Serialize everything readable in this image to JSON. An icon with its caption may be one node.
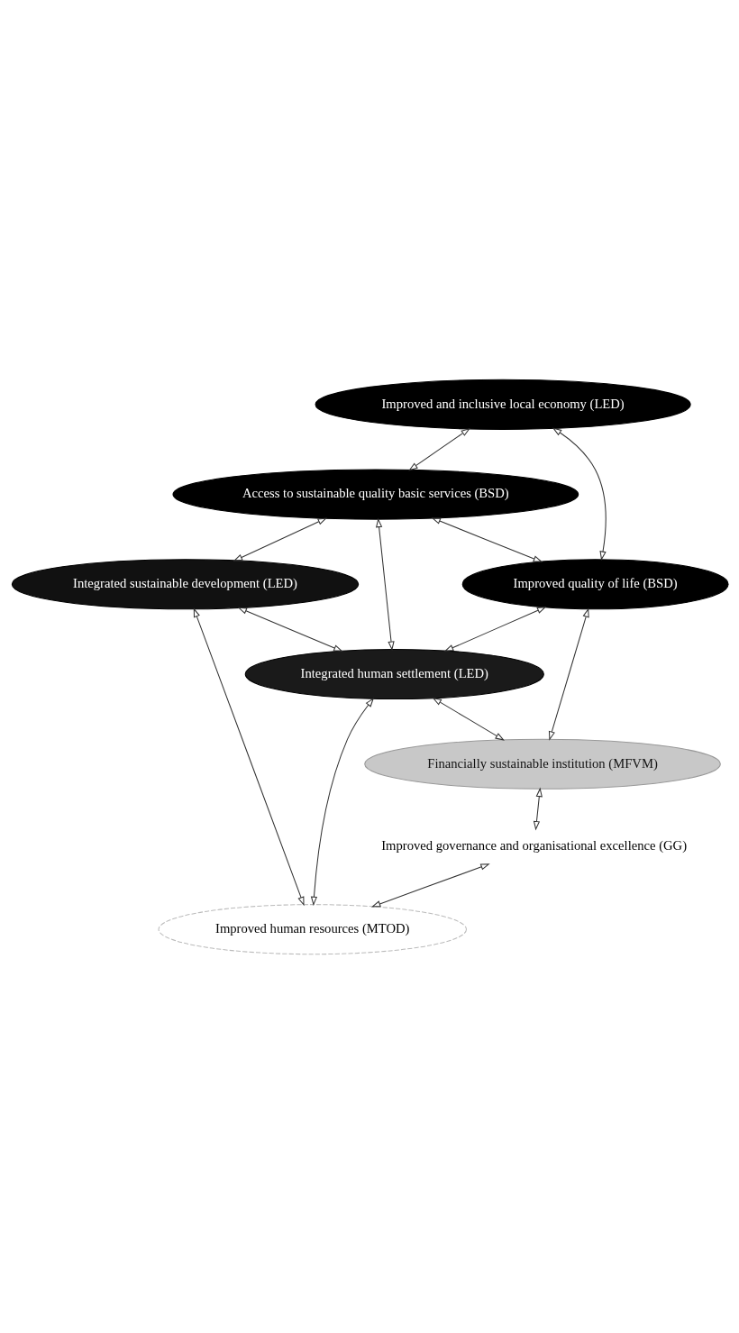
{
  "diagram": {
    "nodes": [
      {
        "text": [
          "Improved and inclusive local economy (LED)"
        ]
      },
      {
        "text": [
          "Access to sustainable quality basic services (BSD)"
        ]
      },
      {
        "text": [
          "Integrated sustainable development (LED)"
        ]
      },
      {
        "text": [
          "Improved quality of life (BSD)"
        ]
      },
      {
        "text": [
          "Integrated human settlement (LED)"
        ]
      },
      {
        "text": [
          "Improved human resources (MTOD)"
        ]
      },
      {
        "text": [
          "Financially sustainable institution (MFVM)"
        ]
      },
      {
        "text": [
          "Improved governance and organisational excellence (GG)"
        ]
      }
    ],
    "edges": [
      {
        "from": 3,
        "to": 0,
        "arrow": "both"
      },
      {
        "from": 0,
        "to": 1,
        "arrow": "both"
      },
      {
        "from": 1,
        "to": 2,
        "arrow": "both"
      },
      {
        "from": 1,
        "to": 3,
        "arrow": "both"
      },
      {
        "from": 1,
        "to": 4,
        "arrow": "both"
      },
      {
        "from": 2,
        "to": 4,
        "arrow": "both"
      },
      {
        "from": 2,
        "to": 5,
        "arrow": "both"
      },
      {
        "from": 3,
        "to": 4,
        "arrow": "both"
      },
      {
        "from": 4,
        "to": 5,
        "arrow": "both"
      },
      {
        "from": 3,
        "to": 6,
        "arrow": "both"
      },
      {
        "from": 4,
        "to": 6,
        "arrow": "both"
      },
      {
        "from": 6,
        "to": 7,
        "arrow": "both"
      },
      {
        "from": 7,
        "to": 5,
        "arrow": "both"
      }
    ]
  }
}
